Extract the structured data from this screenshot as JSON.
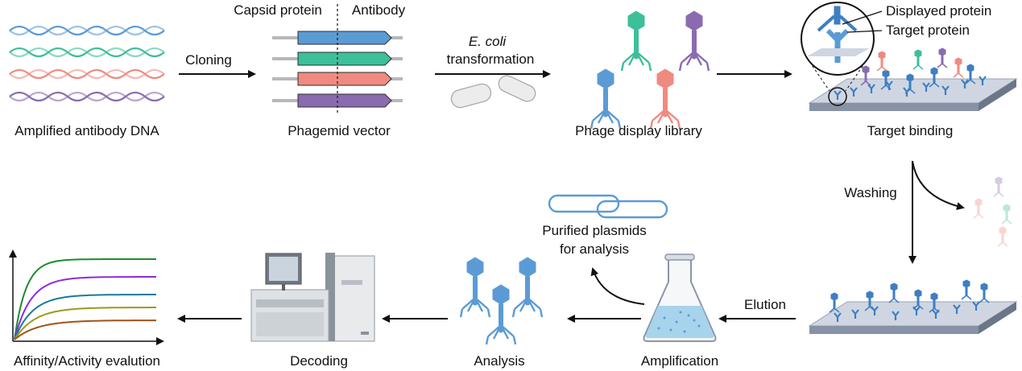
{
  "steps": {
    "amplified_dna": "Amplified antibody DNA",
    "phagemid_vector": "Phagemid vector",
    "phage_library": "Phage display library",
    "target_binding": "Target binding",
    "amplification": "Amplification",
    "analysis": "Analysis",
    "decoding": "Decoding",
    "affinity_eval": "Affinity/Activity evalution"
  },
  "arrows": {
    "cloning": "Cloning",
    "transformation_italic": "E. coli",
    "transformation": "transformation",
    "washing": "Washing",
    "elution": "Elution"
  },
  "vector_labels": {
    "capsid": "Capsid protein",
    "antibody": "Antibody"
  },
  "binding_labels": {
    "displayed": "Displayed protein",
    "target": "Target protein"
  },
  "plasmids_label": {
    "line1": "Purified plasmids",
    "line2": "for analysis"
  },
  "colors": {
    "blue": "#5b9bd5",
    "green": "#3dbf9a",
    "salmon": "#f08a80",
    "purple": "#8a6bb0",
    "dark_blue": "#3e7ec2",
    "curve_green": "#1e8c2a",
    "curve_purple": "#8a2be2",
    "curve_teal": "#1b7a9a",
    "curve_olive": "#9a9a1a",
    "curve_brown": "#a0521a"
  }
}
